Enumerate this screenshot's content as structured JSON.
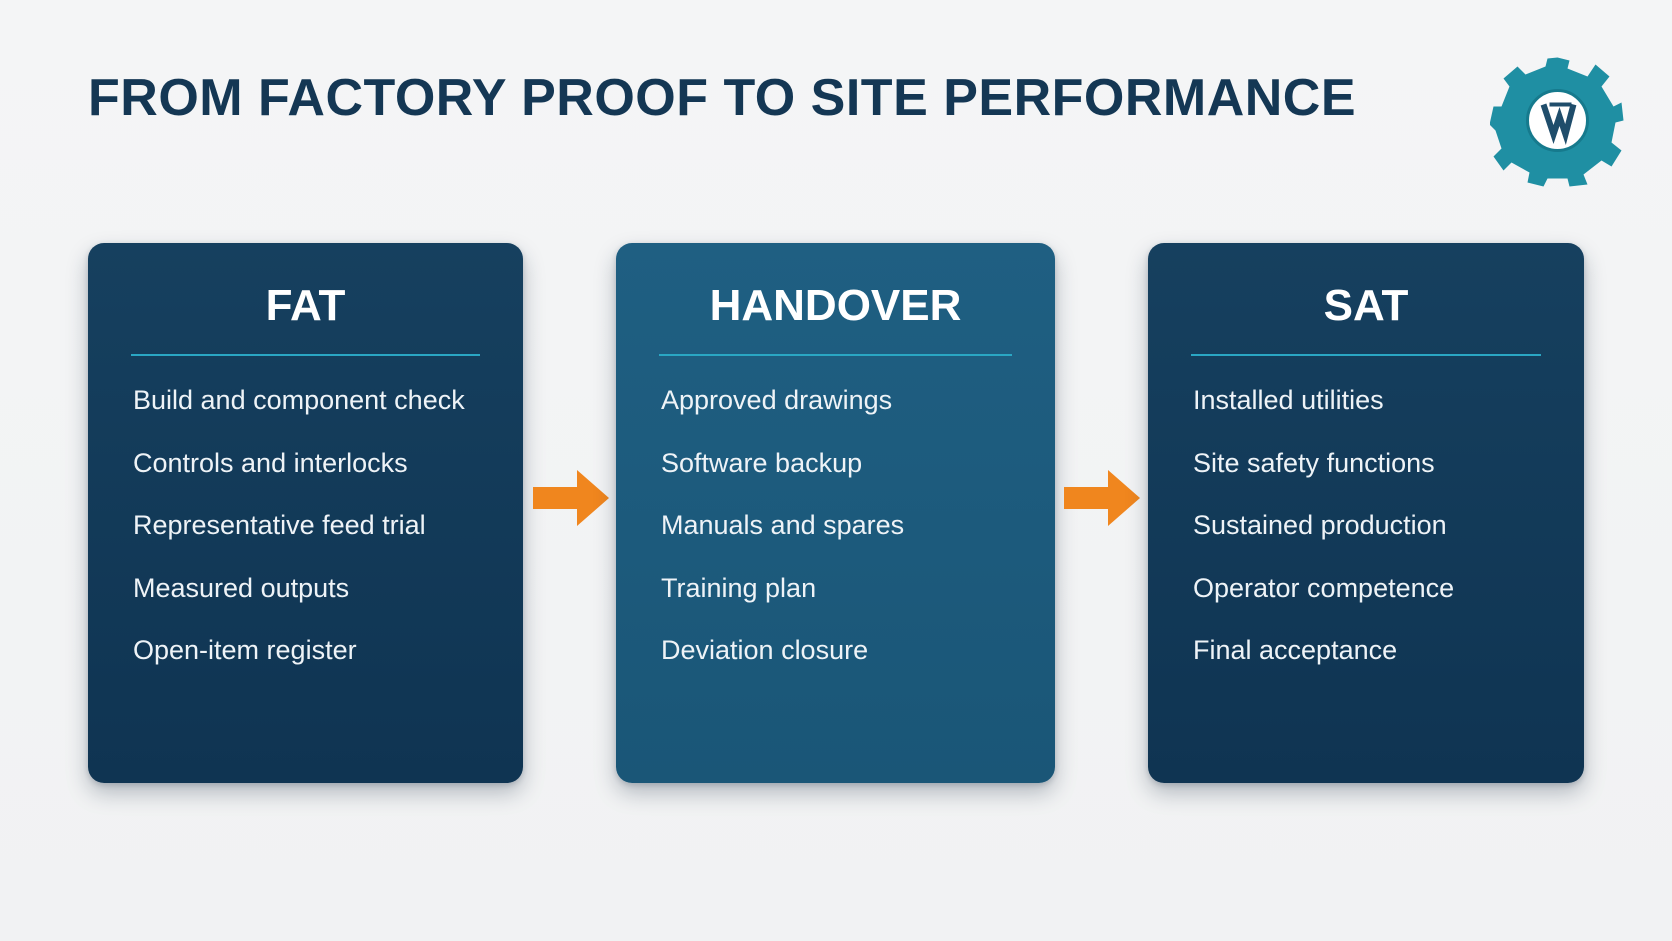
{
  "title": "FROM FACTORY PROOF TO SITE PERFORMANCE",
  "logo": {
    "icon": "gear-logo-icon",
    "colors": {
      "gear": "#1f8fa3",
      "center": "#ffffff",
      "mark": "#1f4d6b"
    }
  },
  "colors": {
    "title": "#143754",
    "card_dark": "#133a59",
    "card_mid": "#1d5a7d",
    "accent_rule": "#2aa7c4",
    "arrow": "#f0861e",
    "background": "#f3f4f5"
  },
  "stages": [
    {
      "heading": "FAT",
      "items": [
        "Build and component check",
        "Controls and interlocks",
        "Representative feed trial",
        "Measured outputs",
        "Open-item register"
      ]
    },
    {
      "heading": "HANDOVER",
      "items": [
        "Approved drawings",
        "Software backup",
        "Manuals and spares",
        "Training plan",
        "Deviation closure"
      ]
    },
    {
      "heading": "SAT",
      "items": [
        "Installed utilities",
        "Site safety functions",
        "Sustained production",
        "Operator competence",
        "Final acceptance"
      ]
    }
  ],
  "connectors": [
    {
      "icon": "arrow-right-icon"
    },
    {
      "icon": "arrow-right-icon"
    }
  ]
}
